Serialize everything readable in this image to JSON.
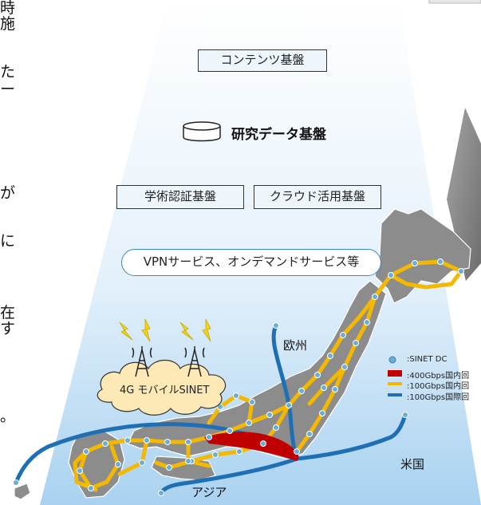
{
  "left_text_fragments": [
    "時",
    "施",
    "た",
    "ー",
    "が",
    "に",
    "在",
    "す",
    "。"
  ],
  "layers": {
    "contents": "コンテンツ基盤",
    "research_data": "研究データ基盤",
    "academic_auth": "学術認証基盤",
    "cloud": "クラウド活用基盤",
    "services": "VPNサービス、オンデマンドサービス等"
  },
  "map_labels": {
    "europe": "欧州",
    "usa": "米国",
    "asia": "アジア",
    "mobile": "4G モバイルSINET"
  },
  "legend": [
    {
      "label": ":SINET DC",
      "type": "dot",
      "color": "#6aaed6"
    },
    {
      "label": ":400Gbps国内回",
      "type": "bar",
      "color": "#c00000"
    },
    {
      "label": ":100Gbps国内回",
      "type": "line",
      "color": "#f5b800"
    },
    {
      "label": ":100Gbps国際回",
      "type": "line",
      "color": "#1f6fb5"
    }
  ],
  "colors": {
    "domestic_100g": "#f5b800",
    "domestic_400g": "#c00000",
    "international": "#1f6fb5",
    "node": "#6aaed6",
    "land": "#8c8c8c",
    "arrow": "#8a8a8a",
    "lightning": "#f2d21b"
  }
}
